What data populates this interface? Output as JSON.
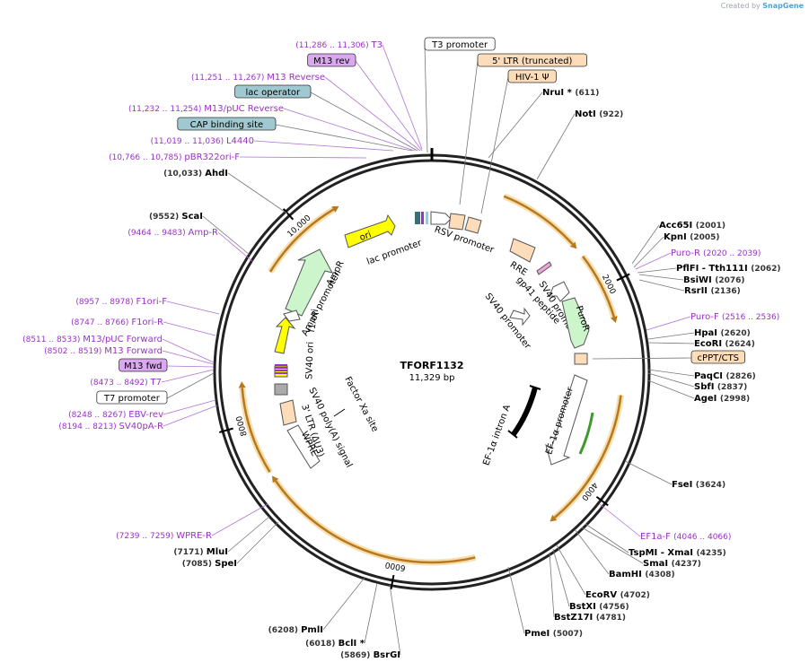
{
  "watermark": {
    "prefix": "Created by",
    "brand": "SnapGene"
  },
  "plasmid": {
    "name": "TFORF1132",
    "length_label": "11,329 bp",
    "length": 11329
  },
  "colors": {
    "backbone": "#222222",
    "orange_arrow": "#e8a33c",
    "primer": "#9b30c8",
    "promoter_fill": "#ffffff",
    "ori_fill": "#ffff00",
    "resistance_fill": "#ccf5cc",
    "ltr_fill": "#fddcba",
    "misc_fill": "#9fc8d0",
    "cap_fill": "#a6d0dc"
  },
  "ticks": [
    {
      "pos": 2000,
      "label": "2000"
    },
    {
      "pos": 4000,
      "label": "4000"
    },
    {
      "pos": 6000,
      "label": "6000"
    },
    {
      "pos": 8000,
      "label": "8000"
    },
    {
      "pos": 10000,
      "label": "10,000"
    }
  ],
  "orf_arrows": [
    {
      "start": 700,
      "end": 1500
    },
    {
      "start": 1650,
      "end": 2300
    },
    {
      "start": 3050,
      "end": 4400
    },
    {
      "start": 5250,
      "end": 7400
    },
    {
      "start": 7500,
      "end": 8350
    },
    {
      "start": 9500,
      "end": 10350
    }
  ],
  "features": [
    {
      "name": "ori",
      "label": "ori",
      "kind": "ori"
    },
    {
      "name": "lac-promoter",
      "label": "lac promoter",
      "kind": "promoter"
    },
    {
      "name": "rsv-promoter",
      "label": "RSV promoter",
      "kind": "promoter"
    },
    {
      "name": "rre",
      "label": "RRE",
      "kind": "ltr"
    },
    {
      "name": "gp41-peptide",
      "label": "gp41 peptide",
      "kind": "misc"
    },
    {
      "name": "sv40-promoter-a",
      "label": "SV40 promoter",
      "kind": "promoter"
    },
    {
      "name": "puror",
      "label": "PuroR",
      "kind": "resistance"
    },
    {
      "name": "sv40-promoter-b",
      "label": "SV40 promoter",
      "kind": "promoter"
    },
    {
      "name": "ef1a-intron",
      "label": "EF-1α intron A",
      "kind": "intron"
    },
    {
      "name": "ef1a-promoter",
      "label": "EF-1α promoter",
      "kind": "promoter"
    },
    {
      "name": "ampr",
      "label": "AmpR",
      "kind": "resistance"
    },
    {
      "name": "ampr-promoter",
      "label": "AmpR promoter",
      "kind": "promoter"
    },
    {
      "name": "f1-ori",
      "label": "f1 ori",
      "kind": "ori"
    },
    {
      "name": "sv40-ori",
      "label": "SV40 ori",
      "kind": "ori"
    },
    {
      "name": "sv40-polya",
      "label": "SV40 poly(A) signal",
      "kind": "misc"
    },
    {
      "name": "ltr-3",
      "label": "3' LTR (ΔU3)",
      "kind": "ltr"
    },
    {
      "name": "wpre",
      "label": "WPRE",
      "kind": "promoter"
    },
    {
      "name": "factor-xa",
      "label": "Factor Xa site",
      "kind": "misc"
    }
  ],
  "labels_top": [
    {
      "text": "T3",
      "pos": "(11,286 .. 11,306)",
      "type": "primer"
    },
    {
      "text": "M13 rev",
      "type": "boxed-primer"
    },
    {
      "text": "M13 Reverse",
      "pos": "(11,251 .. 11,267)",
      "type": "primer"
    },
    {
      "text": "lac operator",
      "type": "boxed-misc"
    },
    {
      "text": "M13/pUC Reverse",
      "pos": "(11,232 .. 11,254)",
      "type": "primer"
    },
    {
      "text": "CAP binding site",
      "type": "boxed-misc"
    },
    {
      "text": "L4440",
      "pos": "(11,019 .. 11,036)",
      "type": "primer"
    },
    {
      "text": "pBR322ori-F",
      "pos": "(10,766 .. 10,785)",
      "type": "primer"
    },
    {
      "text": "AhdI",
      "pos": "(10,033)",
      "type": "site"
    },
    {
      "text": "T3 promoter",
      "type": "boxed-promoter"
    },
    {
      "text": "5' LTR (truncated)",
      "type": "boxed-ltr"
    },
    {
      "text": "HIV-1 Ψ",
      "type": "boxed-ltr"
    },
    {
      "text": "NruI *",
      "pos": "(611)",
      "type": "site"
    },
    {
      "text": "NotI",
      "pos": "(922)",
      "type": "site"
    }
  ],
  "labels_left": [
    {
      "text": "ScaI",
      "pos": "(9552)",
      "type": "site"
    },
    {
      "text": "Amp-R",
      "pos": "(9464 .. 9483)",
      "type": "primer"
    },
    {
      "text": "F1ori-F",
      "pos": "(8957 .. 8978)",
      "type": "primer"
    },
    {
      "text": "F1ori-R",
      "pos": "(8747 .. 8766)",
      "type": "primer"
    },
    {
      "text": "M13/pUC Forward",
      "pos": "(8511 .. 8533)",
      "type": "primer"
    },
    {
      "text": "M13 Forward",
      "pos": "(8502 .. 8519)",
      "type": "primer"
    },
    {
      "text": "M13 fwd",
      "type": "boxed-primer"
    },
    {
      "text": "T7",
      "pos": "(8473 .. 8492)",
      "type": "primer"
    },
    {
      "text": "T7 promoter",
      "type": "boxed-promoter"
    },
    {
      "text": "EBV-rev",
      "pos": "(8248 .. 8267)",
      "type": "primer"
    },
    {
      "text": "SV40pA-R",
      "pos": "(8194 .. 8213)",
      "type": "primer"
    },
    {
      "text": "WPRE-R",
      "pos": "(7239 .. 7259)",
      "type": "primer"
    },
    {
      "text": "MluI",
      "pos": "(7171)",
      "type": "site"
    },
    {
      "text": "SpeI",
      "pos": "(7085)",
      "type": "site"
    }
  ],
  "labels_right": [
    {
      "text": "Acc65I",
      "pos": "(2001)",
      "type": "site"
    },
    {
      "text": "KpnI",
      "pos": "(2005)",
      "type": "site"
    },
    {
      "text": "Puro-R",
      "pos": "(2020 .. 2039)",
      "type": "primer"
    },
    {
      "text": "PflFI",
      "extra": "Tth111I",
      "pos": "(2062)",
      "type": "site"
    },
    {
      "text": "BsiWI",
      "pos": "(2076)",
      "type": "site"
    },
    {
      "text": "RsrII",
      "pos": "(2136)",
      "type": "site"
    },
    {
      "text": "Puro-F",
      "pos": "(2516 .. 2536)",
      "type": "primer"
    },
    {
      "text": "HpaI",
      "pos": "(2620)",
      "type": "site"
    },
    {
      "text": "EcoRI",
      "pos": "(2624)",
      "type": "site"
    },
    {
      "text": "cPPT/CTS",
      "type": "boxed-ltr"
    },
    {
      "text": "PaqCI",
      "pos": "(2826)",
      "type": "site"
    },
    {
      "text": "SbfI",
      "pos": "(2837)",
      "type": "site"
    },
    {
      "text": "AgeI",
      "pos": "(2998)",
      "type": "site"
    },
    {
      "text": "FseI",
      "pos": "(3624)",
      "type": "site"
    },
    {
      "text": "EF1a-F",
      "pos": "(4046 .. 4066)",
      "type": "primer"
    }
  ],
  "labels_bottom": [
    {
      "text": "TspMI",
      "extra": "XmaI",
      "pos": "(4235)",
      "type": "site"
    },
    {
      "text": "SmaI",
      "pos": "(4237)",
      "type": "site"
    },
    {
      "text": "BamHI",
      "pos": "(4308)",
      "type": "site"
    },
    {
      "text": "EcoRV",
      "pos": "(4702)",
      "type": "site"
    },
    {
      "text": "BstXI",
      "pos": "(4756)",
      "type": "site"
    },
    {
      "text": "BstZ17I",
      "pos": "(4781)",
      "type": "site"
    },
    {
      "text": "PmeI",
      "pos": "(5007)",
      "type": "site"
    },
    {
      "text": "PmlI",
      "pos": "(6208)",
      "type": "site"
    },
    {
      "text": "BclI *",
      "pos": "(6018)",
      "type": "site"
    },
    {
      "text": "BsrGI",
      "pos": "(5869)",
      "type": "site"
    }
  ]
}
